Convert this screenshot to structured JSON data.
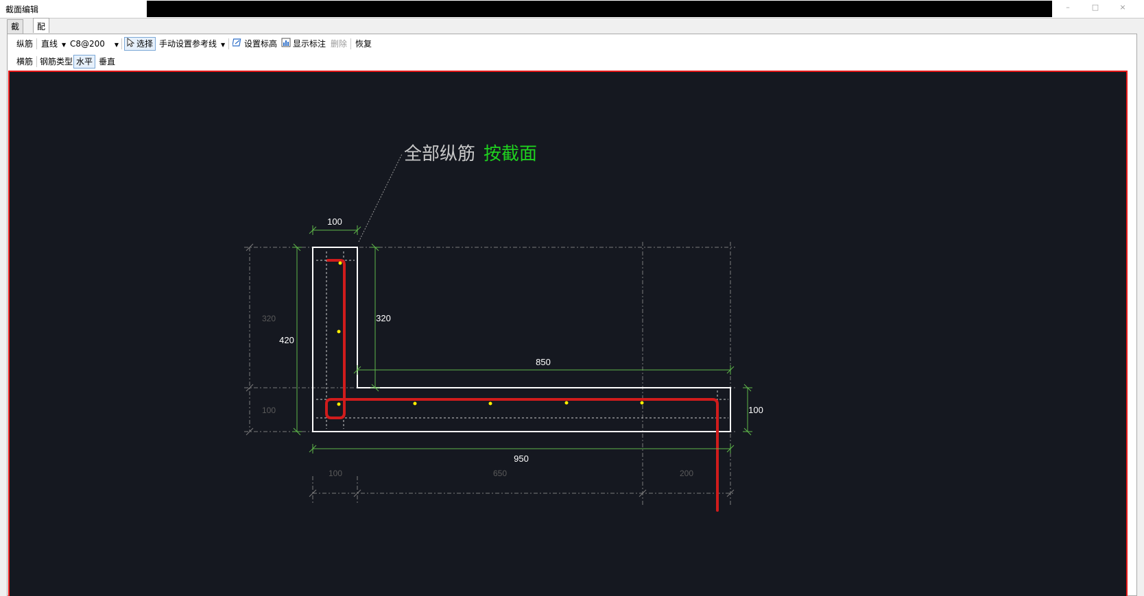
{
  "window": {
    "title": "截面编辑"
  },
  "tabs": [
    {
      "label": "截面"
    },
    {
      "label": "配筋"
    }
  ],
  "toolbar1": {
    "longitudinal": "纵筋",
    "line_type": "直线",
    "spec": "C8@200",
    "select": "选择",
    "manual_ref": "手动设置参考线",
    "set_elev": "设置标高",
    "show_label": "显示标注",
    "delete": "删除",
    "restore": "恢复"
  },
  "toolbar2": {
    "transverse": "横筋",
    "bar_type_label": "钢筋类型:",
    "horizontal": "水平",
    "vertical": "垂直"
  },
  "drawing": {
    "note_label": "全部纵筋",
    "note_value": "按截面",
    "dims": {
      "top_width": "100",
      "left_inner": "320",
      "left_outer": "420",
      "left_bottom": "100",
      "inner_height": "320",
      "top_span": "850",
      "right_height": "100",
      "bottom_total": "950",
      "grid_a": "100",
      "grid_b": "650",
      "grid_c": "200"
    },
    "colors": {
      "background": "#151820",
      "outline": "#ffffff",
      "rebar": "#d01c1c",
      "dimension": "#5fb84a",
      "note_value": "#1fd11f",
      "node": "#ffee00"
    }
  }
}
